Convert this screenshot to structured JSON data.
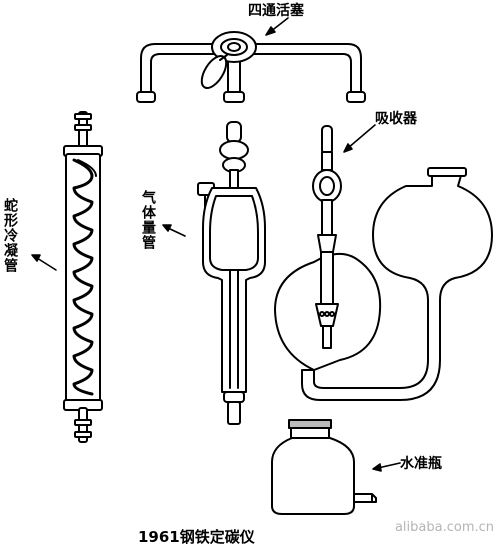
{
  "labels": {
    "four_way_stopcock": "四通活塞",
    "absorber": "吸收器",
    "gas_burette": "气体量管",
    "coil_condenser": "蛇形冷凝管",
    "level_bottle": "水准瓶",
    "product_title": "1961钢铁定碳仪"
  },
  "watermark": "alibaba.com.cn",
  "colors": {
    "line": "#000000",
    "fill": "#ffffff",
    "watermark": "#b5b5b5"
  }
}
